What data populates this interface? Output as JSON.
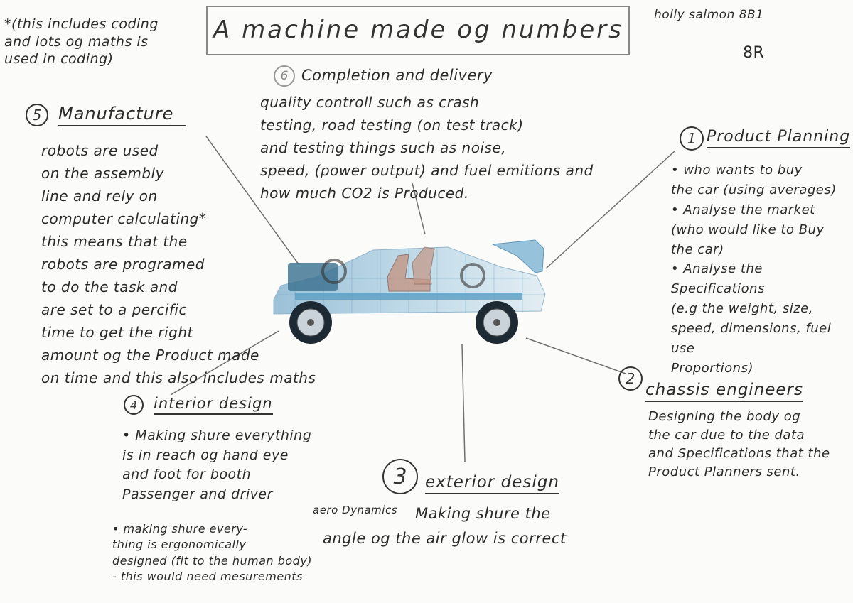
{
  "title": "A machine made og numbers",
  "author": {
    "name": "holly salmon 8B1",
    "class": "8R"
  },
  "note_top_left": "*(this includes coding\nand lots og maths is\nused in coding)",
  "sections": {
    "manufacture": {
      "number": "5",
      "heading": "Manufacture",
      "body": "robots are used\non the assembly\nline and rely on\ncomputer calculating*\nthis means that the\nrobots are programed\nto do the task and\nare set to a percific\ntime to get the right\namount og the Product made\non time and this also includes maths"
    },
    "completion": {
      "number": "6",
      "heading": "Completion and delivery",
      "body": "quality controll such as crash\ntesting, road testing (on test track)\nand testing things such as noise,\nspeed, (power output) and fuel emitions and\nhow much CO2 is Produced."
    },
    "product_planning": {
      "number": "1",
      "heading": "Product Planning",
      "body": "• who wants to buy\nthe car (using averages)\n• Analyse the market\n(who would like to Buy\nthe car)\n• Analyse the Specifications\n(e.g the weight, size,\nspeed, dimensions, fuel use\nProportions)"
    },
    "chassis": {
      "number": "2",
      "heading": "chassis engineers",
      "body": "Designing the body og\nthe car due to the data\nand Specifications that the\nProduct Planners sent."
    },
    "exterior": {
      "number": "3",
      "heading": "exterior design",
      "aero": "aero  Dynamics",
      "body": "Making shure the\nangle og the air glow is correct"
    },
    "interior": {
      "number": "4",
      "heading": "interior design",
      "body1": "• Making shure everything\nis in reach og hand eye\nand foot for booth\nPassenger and driver",
      "body2": "• making shure every-\nthing is ergonomically\ndesigned (fit to the human body)\n- this would need mesurements"
    }
  },
  "colors": {
    "ink": "#2b2b2b",
    "line": "#6f6f6f",
    "car_body": "#6aa9c9",
    "car_frame": "#3d7fa8"
  }
}
